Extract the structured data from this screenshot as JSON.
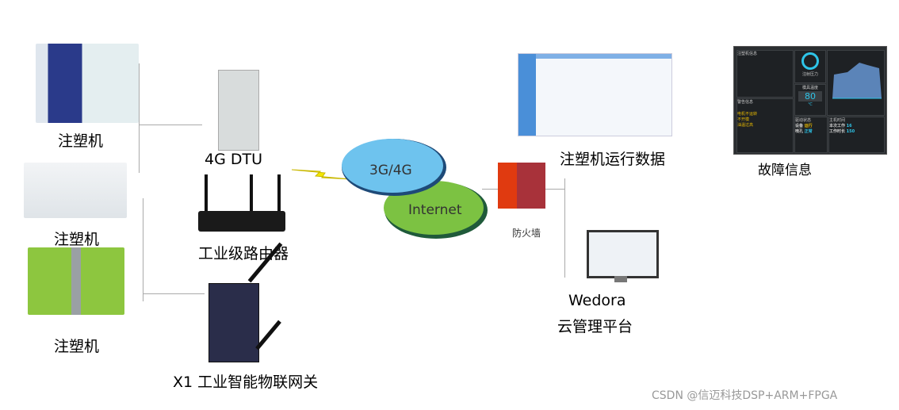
{
  "devices": {
    "machine_1": "注塑机",
    "machine_2": "注塑机",
    "machine_3": "注塑机",
    "dtu": "4G DTU",
    "router": "工业级路由器",
    "gateway": "X1 工业智能物联网关"
  },
  "network": {
    "cloud_mobile": "3G/4G",
    "cloud_internet": "Internet",
    "firewall": "防火墙"
  },
  "outputs": {
    "run_data": "注塑机运行数据",
    "fault_info": "故障信息",
    "platform_line1": "Wedora",
    "platform_line2": "云管理平台"
  },
  "dashboard": {
    "info_title": "注塑机信息",
    "pressure_label": "注射压力",
    "temp_label": "模具温度",
    "temp_value": "80",
    "temp_unit": "℃",
    "warn_title": "警告信息",
    "warnings": [
      "电机不运转",
      "不开模",
      "油温过高"
    ],
    "status_title": "驱动状态",
    "device_label": "设备",
    "device_value": "运行",
    "nozzle_label": "喷孔",
    "nozzle_value": "正常",
    "time_title": "主机时间",
    "work_label": "本次工作",
    "work_value": "16",
    "duration_label": "工作时长",
    "duration_value": "150"
  },
  "watermark": "CSDN @信迈科技DSP+ARM+FPGA"
}
